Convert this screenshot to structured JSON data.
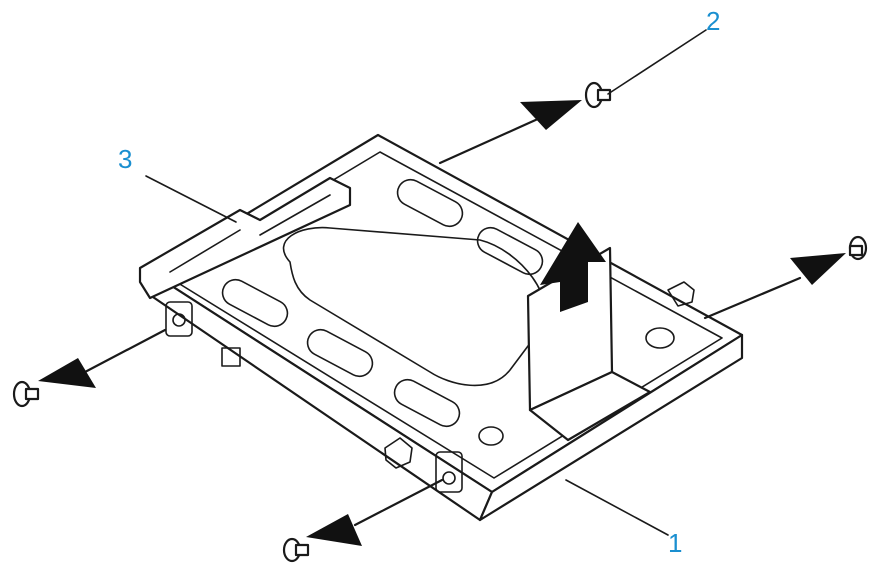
{
  "callouts": {
    "c1": "1",
    "c2": "2",
    "c3": "3"
  },
  "colors": {
    "callout": "#1a8fd0",
    "linework": "#1a1a1a"
  }
}
